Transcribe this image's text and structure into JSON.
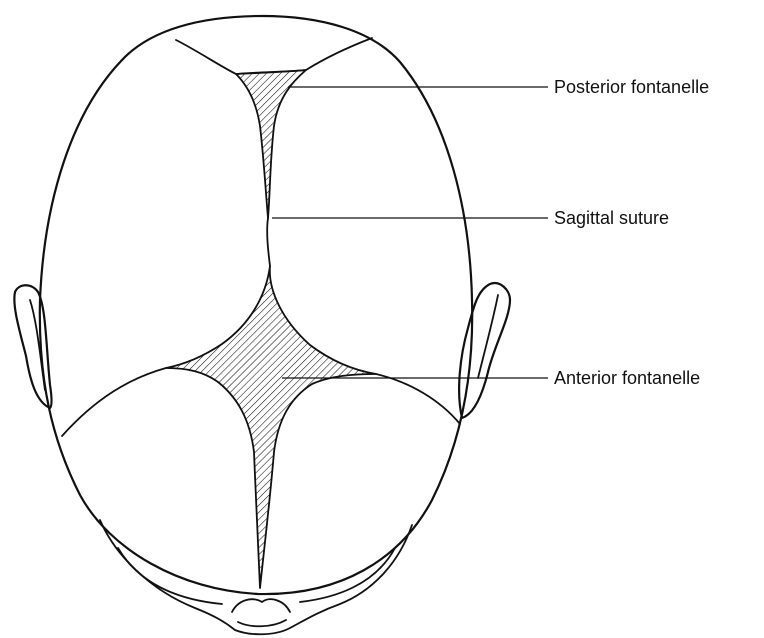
{
  "labels": {
    "posterior_fontanelle": "Posterior fontanelle",
    "sagittal_suture": "Sagittal suture",
    "anterior_fontanelle": "Anterior fontanelle"
  },
  "colors": {
    "line": "#111111",
    "background": "#ffffff"
  }
}
